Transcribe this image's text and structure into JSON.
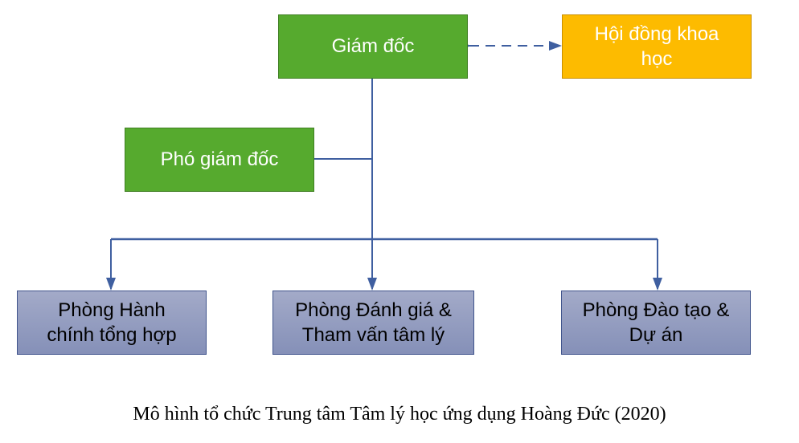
{
  "diagram": {
    "director": "Giám đốc",
    "science_council": "Hội đồng khoa học",
    "deputy_director": "Phó giám đốc",
    "departments": [
      "Phòng Hành chính tổng hợp",
      "Phòng Đánh giá & Tham vấn tâm lý",
      "Phòng Đào tạo & Dự án"
    ],
    "colors": {
      "leadership": "#56aa2e",
      "council": "#fdbb00",
      "department": "#95a0c4",
      "connector": "#3f5fa0"
    }
  },
  "caption": "Mô hình tổ chức Trung tâm Tâm lý học ứng dụng Hoàng Đức (2020)"
}
